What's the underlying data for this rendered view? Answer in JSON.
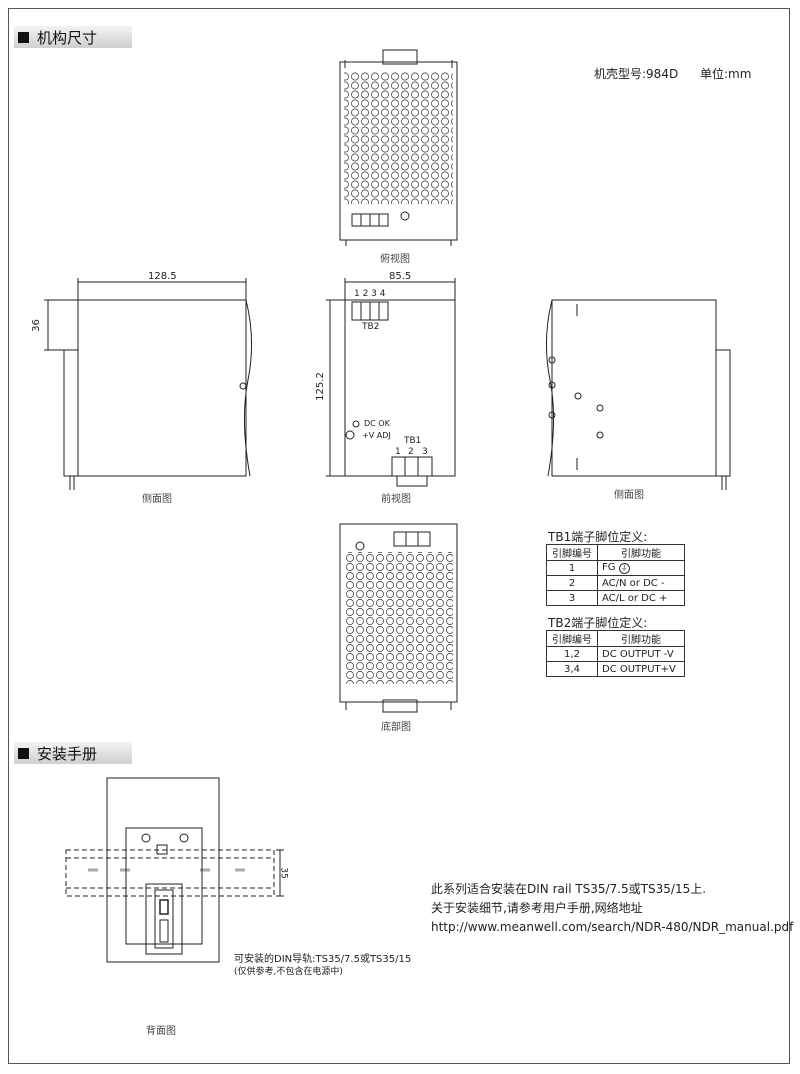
{
  "sections": {
    "mechanical": "机构尺寸",
    "installation": "安装手册"
  },
  "header": {
    "case_label": "机壳型号:984D",
    "unit_label": "单位:mm"
  },
  "views": {
    "top": "俯视图",
    "side_left": "侧面图",
    "front": "前视图",
    "side_right": "侧面图",
    "bottom": "底部图",
    "back": "背面图"
  },
  "dimensions": {
    "side_width": "128.5",
    "side_height": "36",
    "front_width": "85.5",
    "front_height": "125.2",
    "din_height": "35"
  },
  "front_panel": {
    "tb2_pins": "1 2 3 4",
    "tb2_label": "TB2",
    "dc_ok": "DC OK",
    "v_adj": "+V ADJ",
    "tb1_label": "TB1",
    "tb1_pin1": "1",
    "tb1_pin2": "2",
    "tb1_pin3": "3"
  },
  "tb1": {
    "title": "TB1端子脚位定义:",
    "headers": [
      "引脚编号",
      "引脚功能"
    ],
    "rows": [
      {
        "pin": "1",
        "func": "FG"
      },
      {
        "pin": "2",
        "func": "AC/N or DC -"
      },
      {
        "pin": "3",
        "func": "AC/L  or DC +"
      }
    ]
  },
  "tb2": {
    "title": "TB2端子脚位定义:",
    "headers": [
      "引脚编号",
      "引脚功能"
    ],
    "rows": [
      {
        "pin": "1,2",
        "func": "DC OUTPUT -V"
      },
      {
        "pin": "3,4",
        "func": "DC OUTPUT+V"
      }
    ]
  },
  "din_note": {
    "line1": "可安装的DIN导轨:TS35/7.5或TS35/15",
    "line2": "(仅供参考,不包含在电源中)"
  },
  "install_note": {
    "line1": "此系列适合安装在DIN rail TS35/7.5或TS35/15上.",
    "line2": "关于安装细节,请参考用户手册,网络地址",
    "line3": "http://www.meanwell.com/search/NDR-480/NDR_manual.pdf"
  },
  "icons": {
    "fg": "ground-symbol-icon",
    "dc_ok": "led-indicator-icon",
    "v_adj": "potentiometer-icon"
  }
}
